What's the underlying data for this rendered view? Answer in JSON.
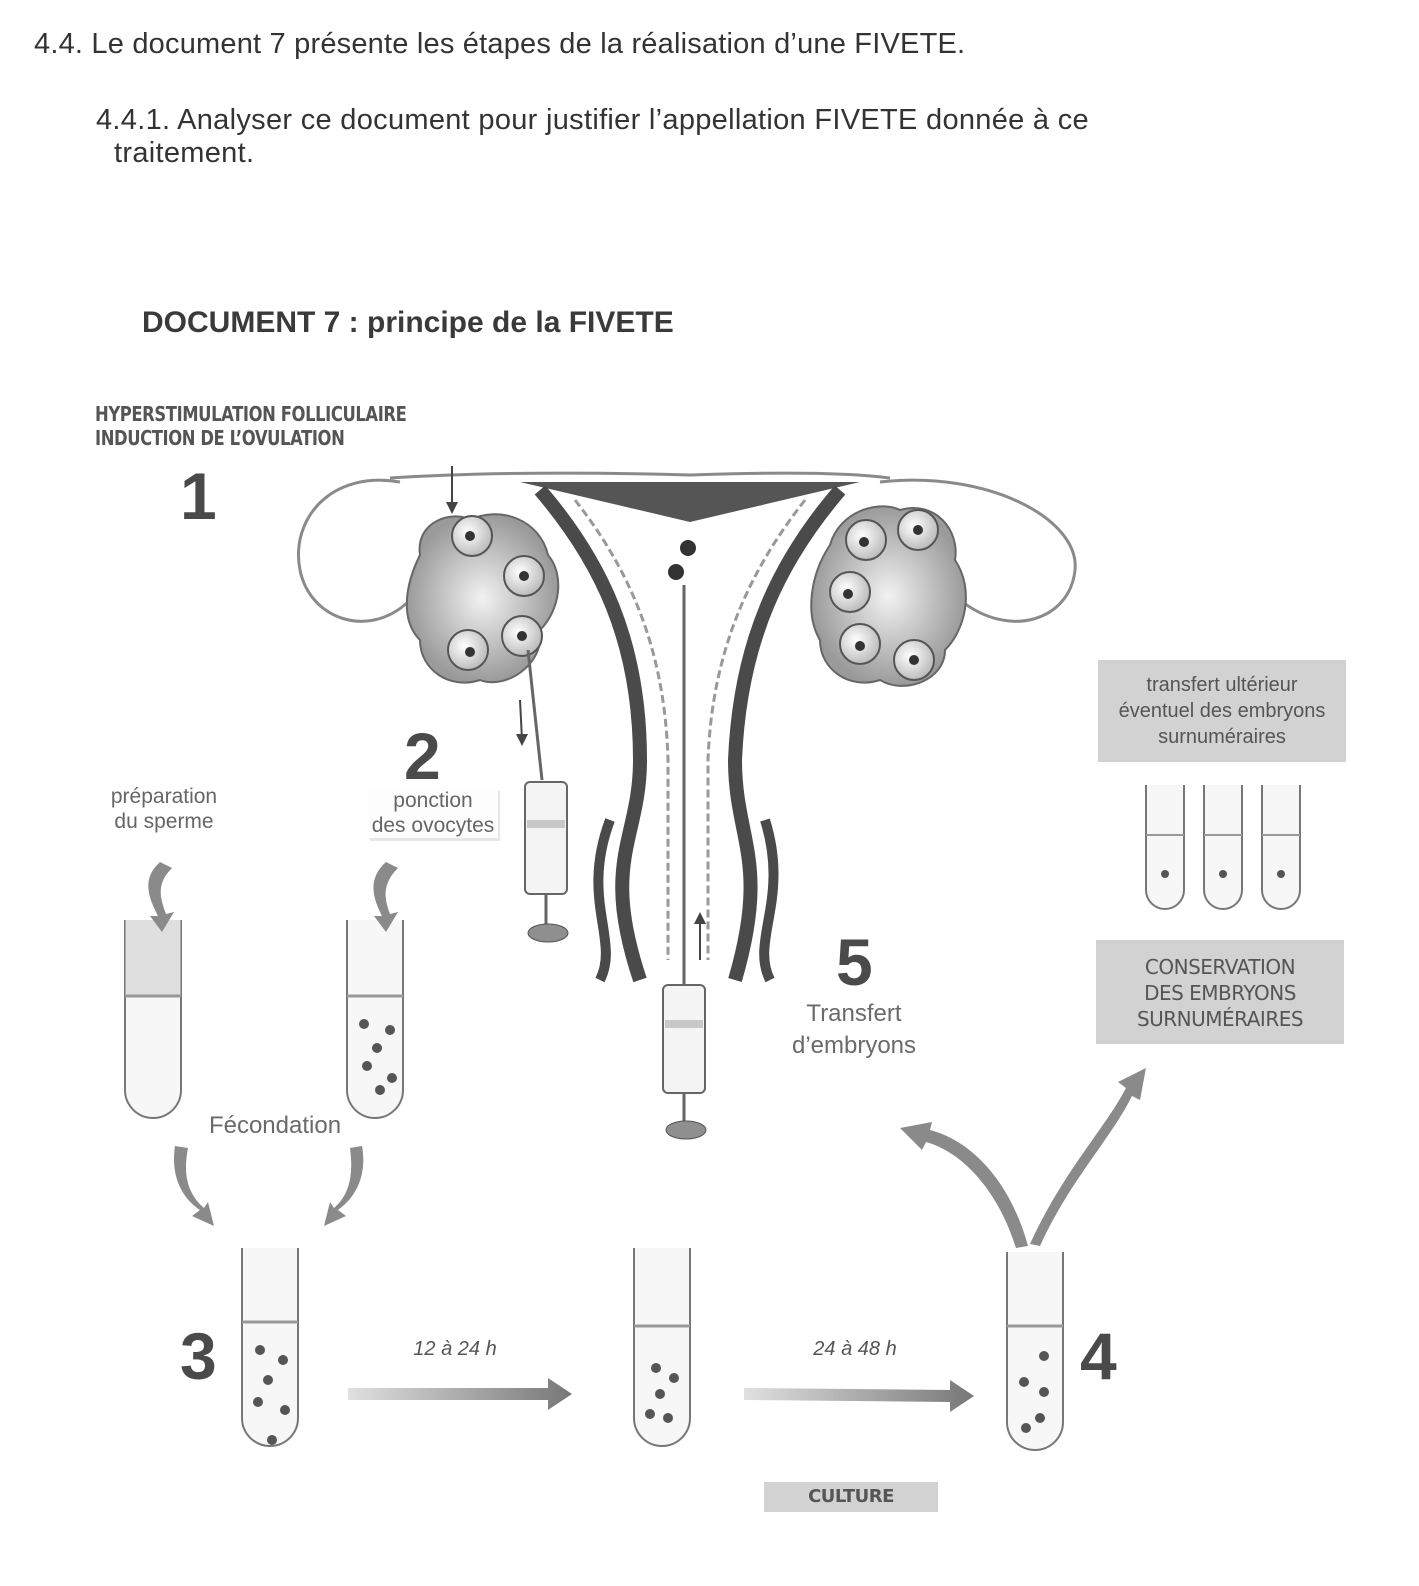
{
  "question": {
    "main": "4.4. Le document 7 présente les étapes de la réalisation d’une FIVETE.",
    "sub_line1": "4.4.1. Analyser ce document pour justifier l’appellation FIVETE donnée à ce",
    "sub_line2": "traitement."
  },
  "document": {
    "title": "DOCUMENT 7 : principe de la FIVETE"
  },
  "figure": {
    "step1": {
      "number": "1",
      "label_line1": "HYPERSTIMULATION FOLLICULAIRE",
      "label_line2": "INDUCTION DE L’OVULATION"
    },
    "step2": {
      "number": "2",
      "label_line1": "ponction",
      "label_line2": "des ovocytes"
    },
    "sperm_prep": {
      "line1": "préparation",
      "line2": "du sperme"
    },
    "fecondation": "Fécondation",
    "step3": {
      "number": "3"
    },
    "step4": {
      "number": "4"
    },
    "step5": {
      "number": "5",
      "label_line1": "Transfert",
      "label_line2": "d’embryons"
    },
    "time1": "12 à 24 h",
    "time2": "24 à 48 h",
    "culture": "CULTURE",
    "later_transfer": {
      "line1": "transfert ultérieur",
      "line2": "éventuel des embryons",
      "line3": "surnuméraires"
    },
    "conservation": {
      "line1": "CONSERVATION",
      "line2": "DES EMBRYONS",
      "line3": "SURNUMÉRAIRES"
    }
  }
}
